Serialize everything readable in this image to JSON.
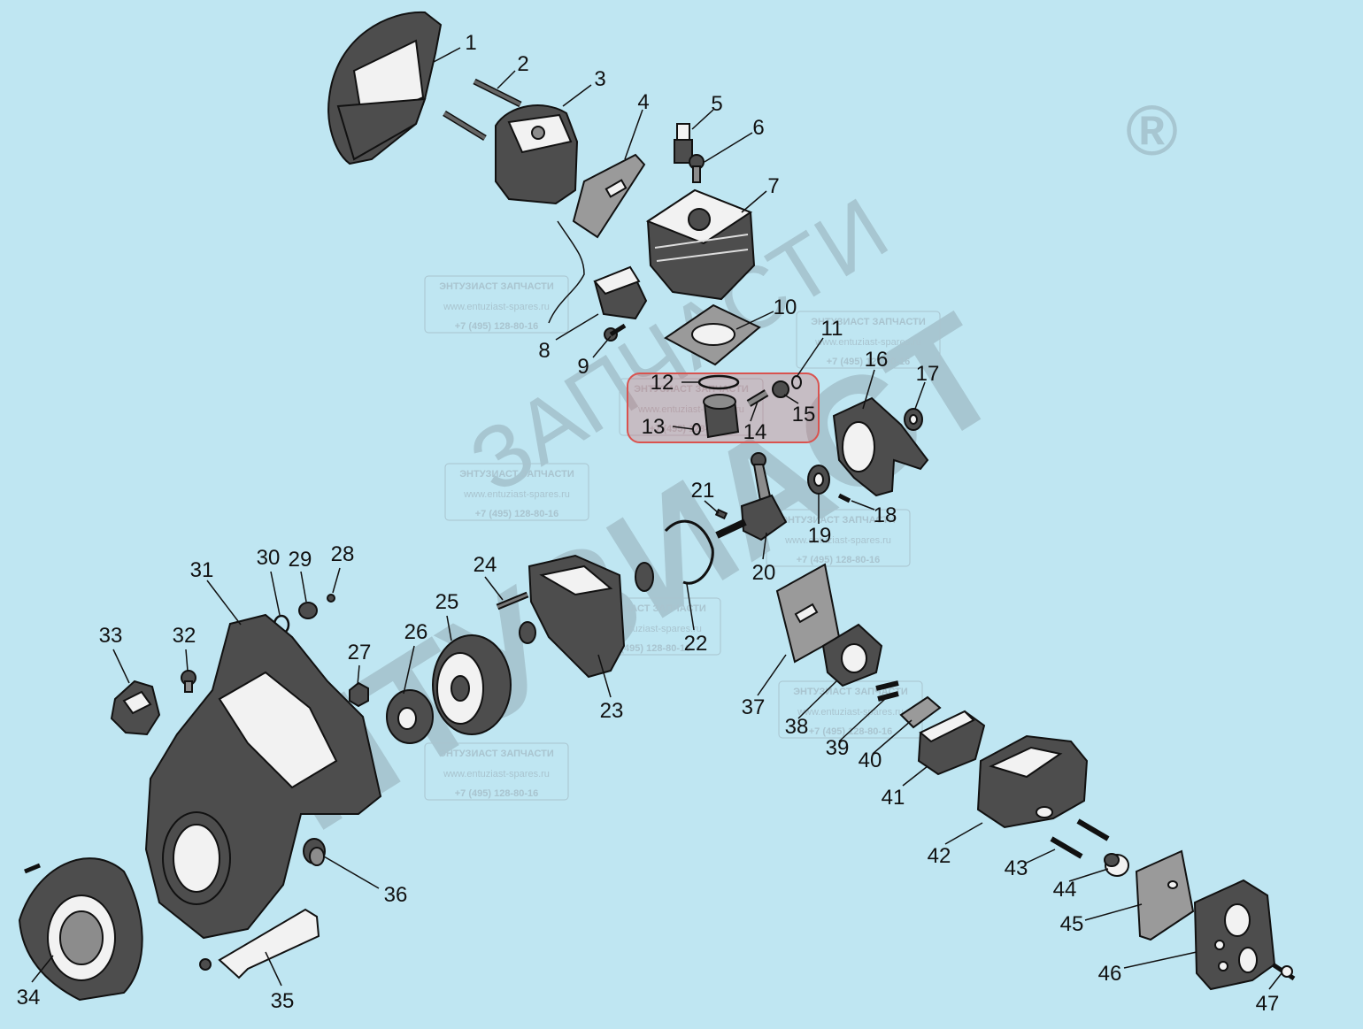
{
  "watermark": {
    "brand_line1": "ЭНТУЗИАСТ",
    "brand_line2": "ЗАПЧАСТИ",
    "registered": "®"
  },
  "stamp": {
    "title": "ЭНТУЗИАСТ ЗАПЧАСТИ",
    "site": "www.entuziast-spares.ru",
    "phone": "+7 (495) 128-80-16"
  },
  "highlight": {
    "color": "#d9534f",
    "label_color": "#111111"
  },
  "parts": {
    "p1": "1",
    "p2": "2",
    "p3": "3",
    "p4": "4",
    "p5": "5",
    "p6": "6",
    "p7": "7",
    "p8": "8",
    "p9": "9",
    "p10": "10",
    "p11": "11",
    "p12": "12",
    "p13": "13",
    "p14": "14",
    "p15": "15",
    "p16": "16",
    "p17": "17",
    "p18": "18",
    "p19": "19",
    "p20": "20",
    "p21": "21",
    "p22": "22",
    "p23": "23",
    "p24": "24",
    "p25": "25",
    "p26": "26",
    "p27": "27",
    "p28": "28",
    "p29": "29",
    "p30": "30",
    "p31": "31",
    "p32": "32",
    "p33": "33",
    "p34": "34",
    "p35": "35",
    "p36": "36",
    "p37": "37",
    "p38": "38",
    "p39": "39",
    "p40": "40",
    "p41": "41",
    "p42": "42",
    "p43": "43",
    "p44": "44",
    "p45": "45",
    "p46": "46",
    "p47": "47"
  }
}
